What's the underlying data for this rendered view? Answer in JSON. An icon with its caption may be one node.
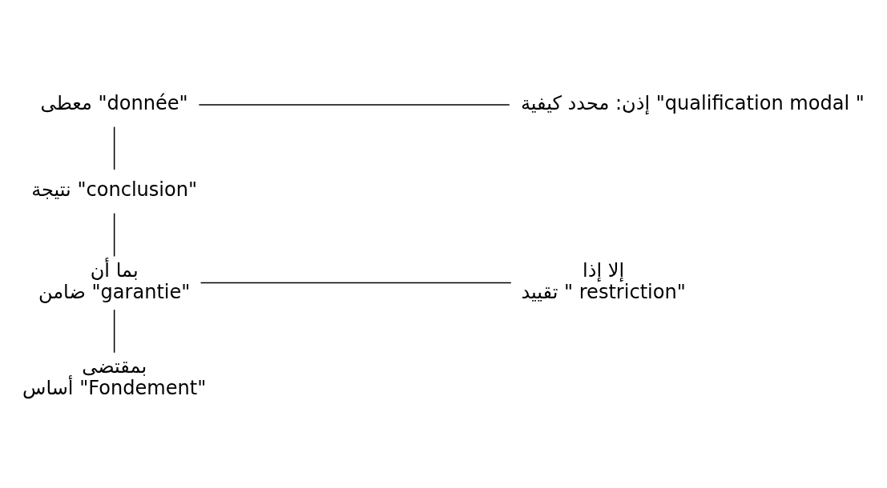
{
  "diagram": {
    "nodes": [
      {
        "text": [
          "معطى \"donnée\""
        ]
      },
      {
        "text": [
          "إذن: محدد كيفية \"qualification modal \""
        ]
      },
      {
        "text": [
          "نتيجة \"conclusion\""
        ]
      },
      {
        "text": [
          "بما أن",
          "ضامن \"garantie\""
        ]
      },
      {
        "text": [
          "إلا إذا",
          "تقييد \" restriction\""
        ]
      },
      {
        "text": [
          "بمقتضى",
          "أساس \"Fondement\""
        ]
      }
    ],
    "edges": [
      {
        "from": 0,
        "to": 1,
        "arrow": "none"
      },
      {
        "from": 0,
        "to": 2,
        "arrow": "none"
      },
      {
        "from": 2,
        "to": 3,
        "arrow": "none"
      },
      {
        "from": 3,
        "to": 4,
        "arrow": "none"
      },
      {
        "from": 3,
        "to": 5,
        "arrow": "none"
      }
    ]
  }
}
